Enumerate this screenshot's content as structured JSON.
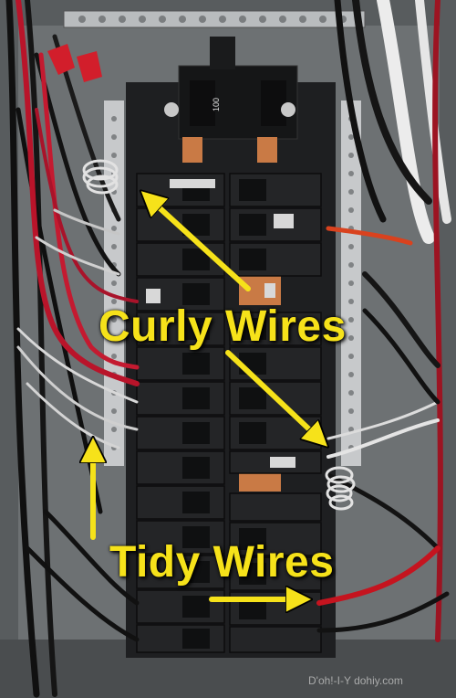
{
  "photo": {
    "subject": "breaker-panel",
    "annotations": {
      "curly_label": "Curly Wires",
      "tidy_label": "Tidy Wires"
    },
    "main_breaker_rating": "100",
    "watermark": "D'oh!-I-Y  dohiy.com",
    "colors": {
      "annotation": "#f6e21a",
      "panel_back": "#6a6e70",
      "breaker": "#1b1c1e",
      "copper": "#c97a45"
    }
  }
}
